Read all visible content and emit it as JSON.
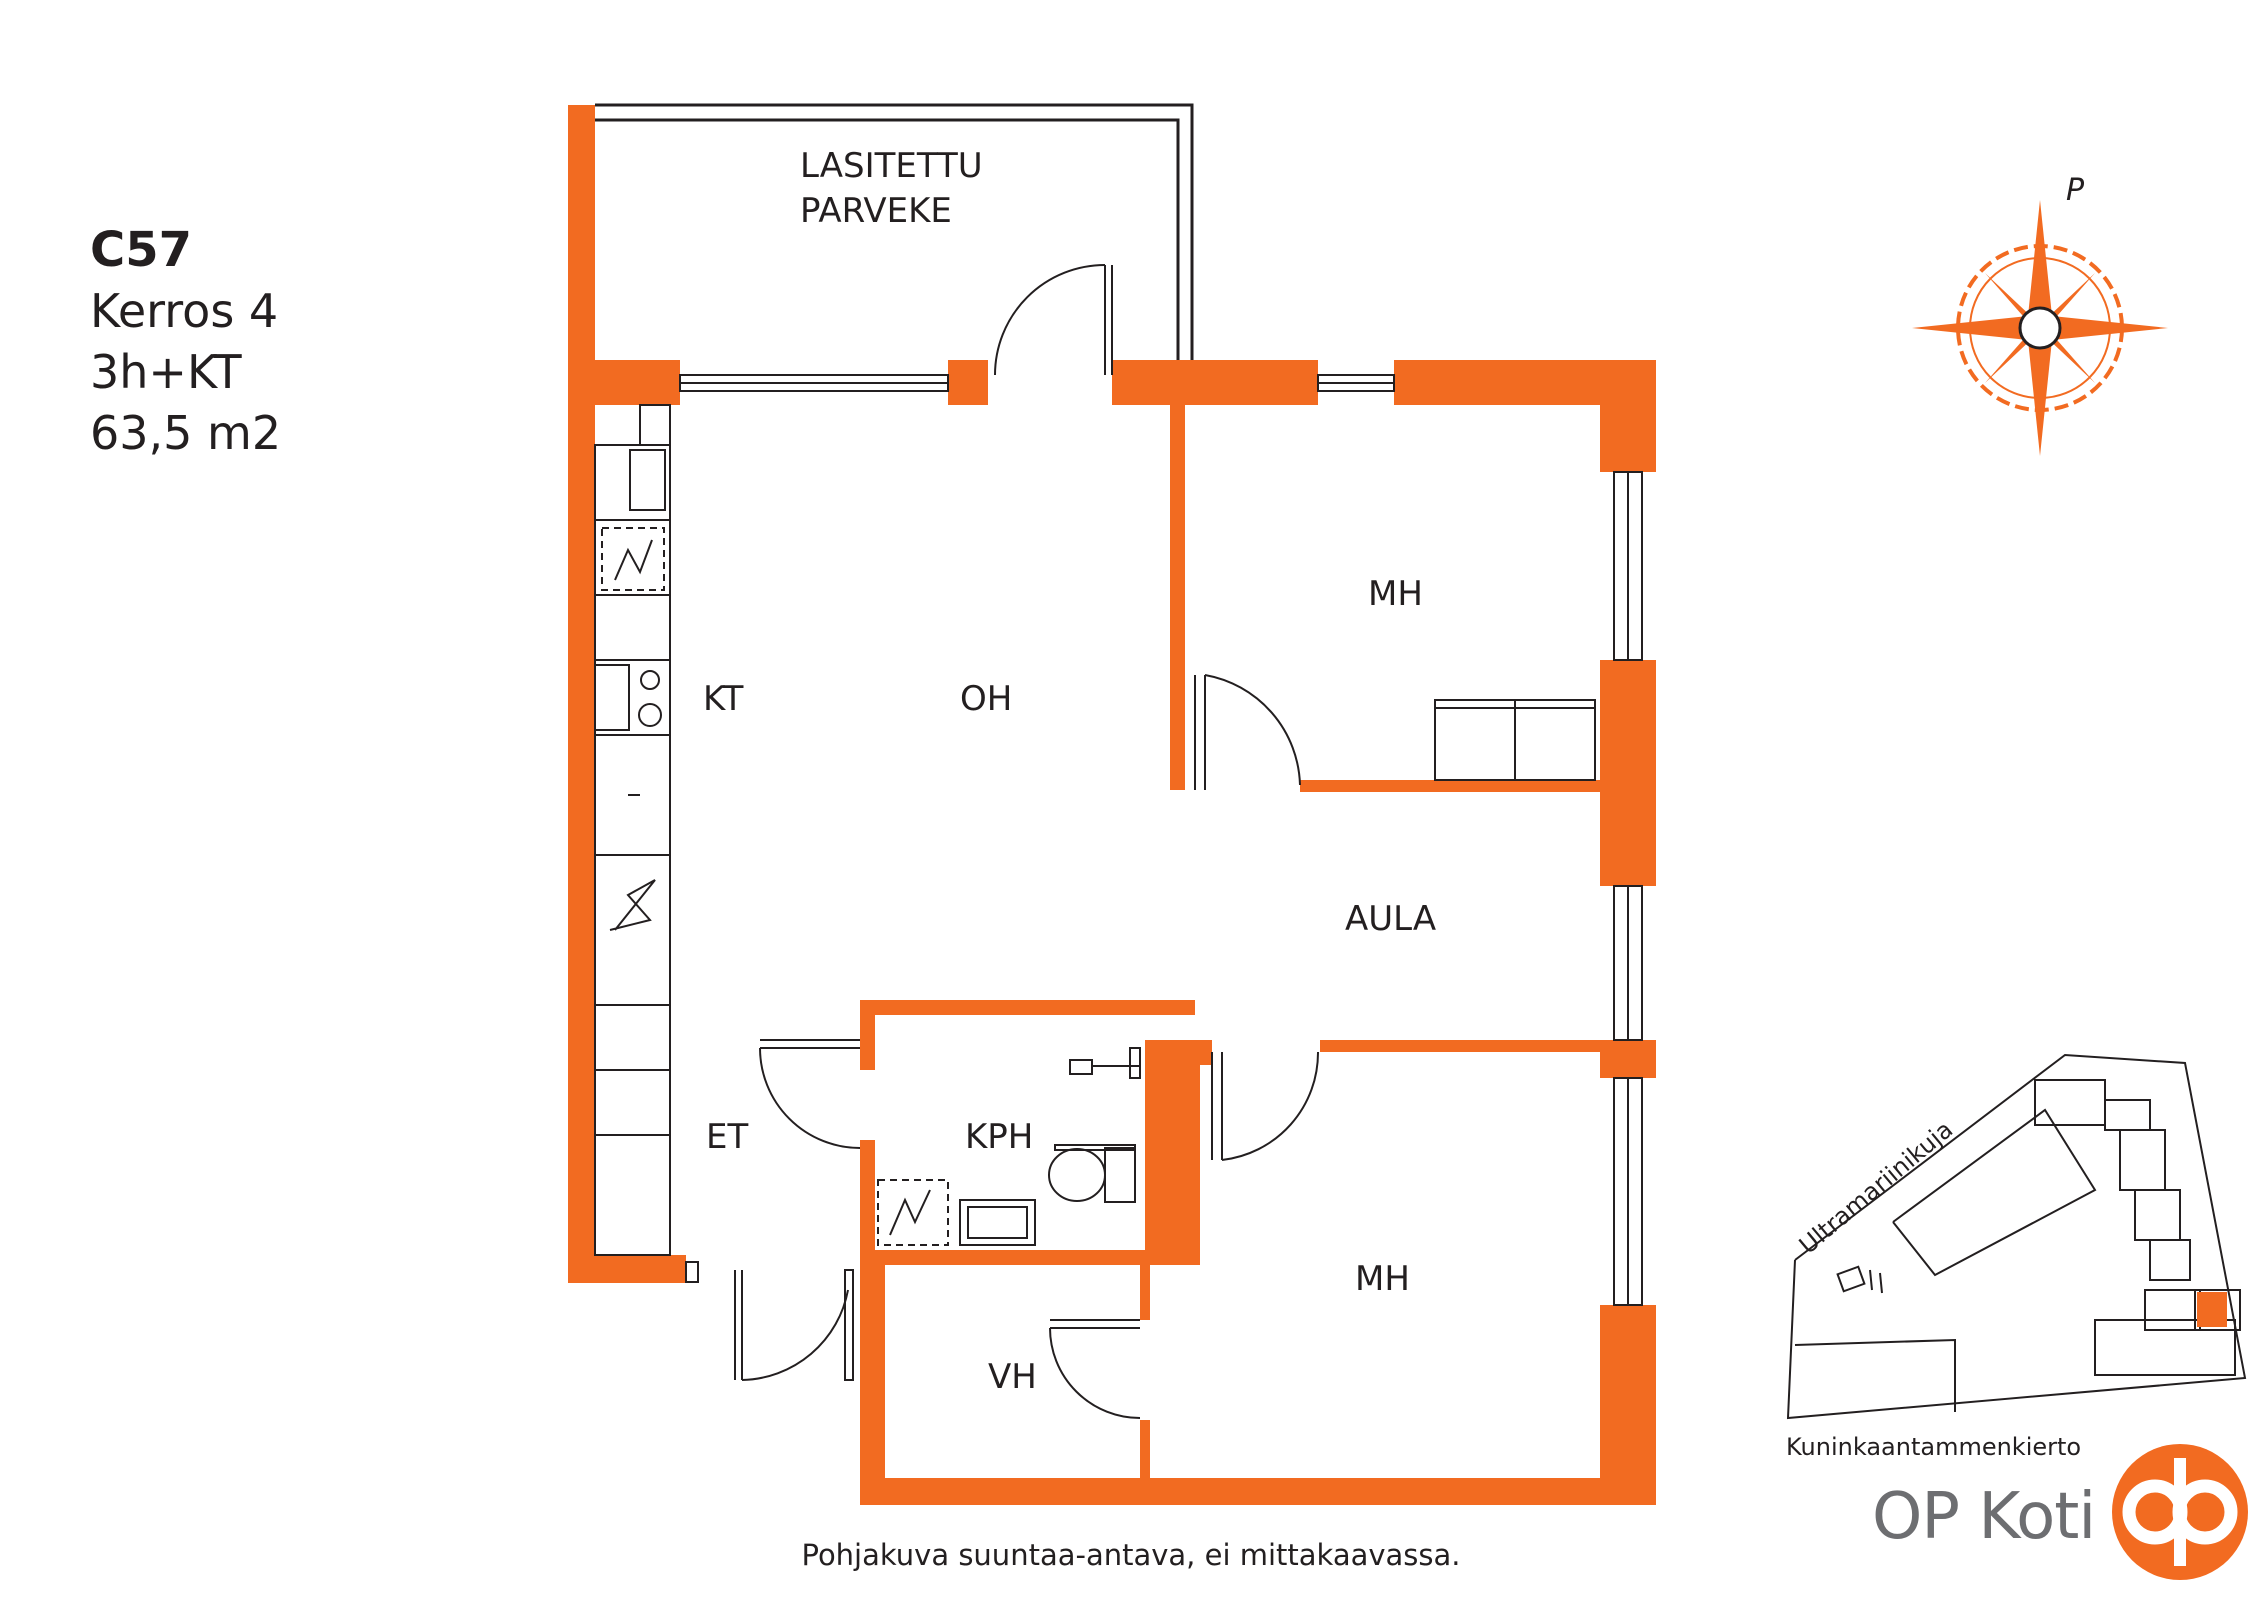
{
  "apartment": {
    "unit": "C57",
    "floor": "Kerros 4",
    "type": "3h+KT",
    "area": "63,5 m2"
  },
  "rooms": {
    "balcony_line1": "LASITETTU",
    "balcony_line2": "PARVEKE",
    "kitchen": "KT",
    "living": "OH",
    "bedroom_top": "MH",
    "hall": "AULA",
    "entry": "ET",
    "bathroom": "KPH",
    "closet": "VH",
    "bedroom_bottom": "MH"
  },
  "compass": {
    "north_label": "P"
  },
  "site_map": {
    "street_1": "Ultramariinikuja",
    "street_2": "Kuninkaantammenkierto"
  },
  "footer": {
    "disclaimer": "Pohjakuva suuntaa-antava, ei mittakaavassa.",
    "brand": "OP Koti"
  },
  "colors": {
    "wall": "#f26b21",
    "line": "#231f20",
    "brand_text": "#6d6e71"
  }
}
